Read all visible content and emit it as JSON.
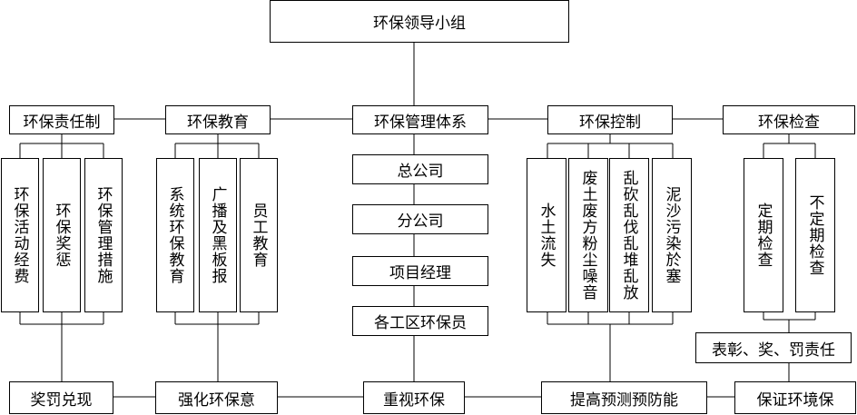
{
  "top": "环保领导小组",
  "row1": {
    "responsibility": "环保责任制",
    "education": "环保教育",
    "management": "环保管理体系",
    "control": "环保控制",
    "inspection": "环保检查"
  },
  "responsibility_items": [
    "环保活动经费",
    "环保奖惩",
    "环保管理措施"
  ],
  "education_items": [
    "系统环保教育",
    "广播及黑板报",
    "员工教育"
  ],
  "management_items": [
    "总公司",
    "分公司",
    "项目经理",
    "各工区环保员"
  ],
  "control_items": [
    "水土流失",
    "废土废方粉尘噪音",
    "乱砍乱伐乱堆乱放",
    "泥沙污染於塞"
  ],
  "inspection_items": [
    "定期检查",
    "不定期检查"
  ],
  "reward_box": "表彰、奖、罚责任",
  "bottom": {
    "reward": "奖罚兑现",
    "strengthen": "强化环保意",
    "emphasis": "重视环保",
    "improve": "提高预测预防能",
    "ensure": "保证环境保"
  }
}
